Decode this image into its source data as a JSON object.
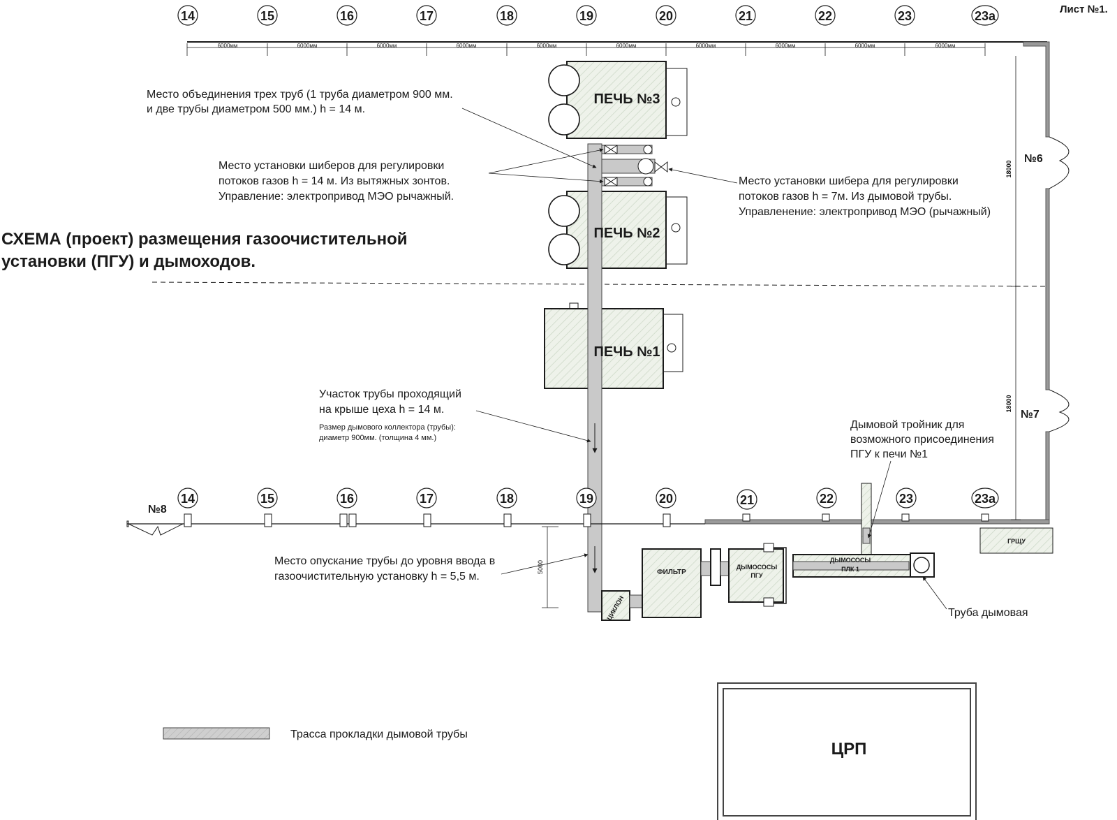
{
  "sheet_label": "Лист №1.",
  "title_line1": "СХЕМА (проект) размещения газоочистительной",
  "title_line2": "установки (ПГУ) и дымоходов.",
  "axes_top": [
    "14",
    "15",
    "16",
    "17",
    "18",
    "19",
    "20",
    "21",
    "22",
    "23",
    "23а"
  ],
  "axes_bottom": [
    "14",
    "15",
    "16",
    "17",
    "18",
    "19",
    "20",
    "21",
    "22",
    "23",
    "23а"
  ],
  "spans": [
    "6000мм",
    "6000мм",
    "6000мм",
    "6000мм",
    "6000мм",
    "6000мм",
    "6000мм",
    "6000мм",
    "6000мм",
    "6000мм"
  ],
  "gates": {
    "g6": "№6",
    "g7": "№7",
    "g8": "№8"
  },
  "dims": {
    "d18000a": "18000",
    "d18000b": "18000",
    "d5000": "5000"
  },
  "equipment": {
    "furnace3": "ПЕЧЬ №3",
    "furnace2": "ПЕЧЬ №2",
    "furnace1": "ПЕЧЬ №1",
    "cyclone": "ЦИКЛОН",
    "filter": "ФИЛЬТР",
    "fans_pgu_1": "ДЫМОСОСЫ",
    "fans_pgu_2": "ПГУ",
    "fans_plk_1": "ДЫМОСОСЫ",
    "fans_plk_2": "ПЛК 1",
    "grshch": "ГРЩУ",
    "crp": "ЦРП"
  },
  "notes": {
    "junction_1": "Место объединения трех труб (1 труба диаметром 900 мм.",
    "junction_2": "и две трубы диаметром 500 мм.) h = 14 м.",
    "dampers_1": "Место установки шиберов для регулировки",
    "dampers_2": "потоков газов  h = 14 м. Из вытяжных зонтов.",
    "dampers_3": "Управление: электропривод МЭО рычажный.",
    "damper_1": "Место установки шибера для регулировки",
    "damper_2": "потоков газов  h = 7м. Из дымовой трубы.",
    "damper_3": "Управленение: электропривод МЭО (рычажный)",
    "roof_1": "Участок трубы проходящий",
    "roof_2": "на крыше цеха h = 14 м.",
    "collector_1": "Размер дымового коллектора (трубы):",
    "collector_2": "диаметр 900мм. (толщина 4 мм.)",
    "tee_1": "Дымовой тройник для",
    "tee_2": "возможного присоединения",
    "tee_3": "ПГУ к печи №1",
    "descent_1": "Место опускание трубы до уровня ввода в",
    "descent_2": "газоочистительную установку h = 5,5 м.",
    "chimney": "Труба дымовая"
  },
  "legend": "Трасса прокладки дымовой трубы"
}
